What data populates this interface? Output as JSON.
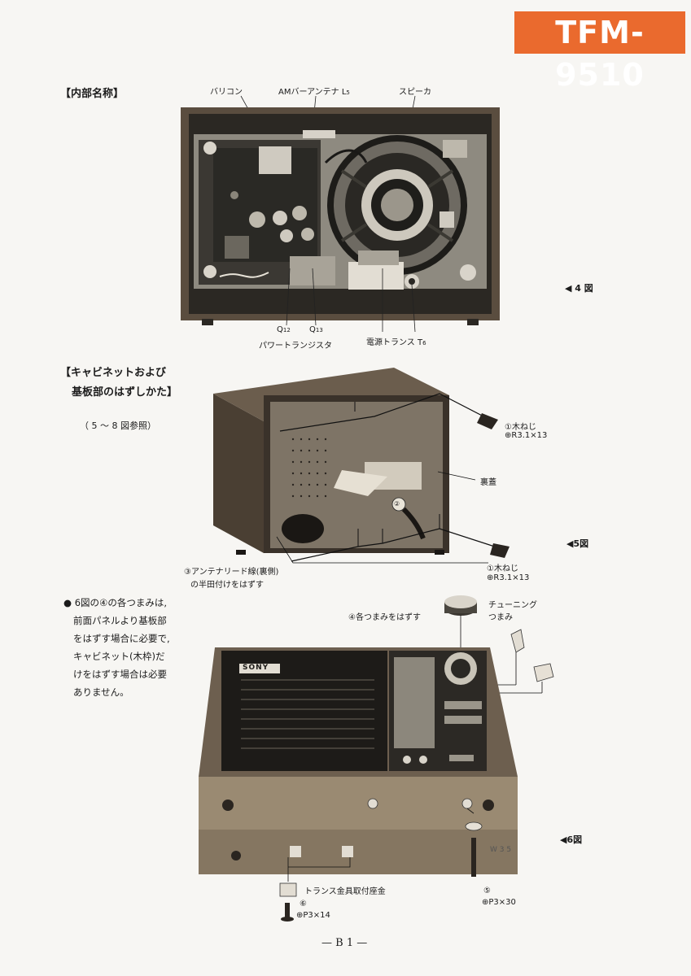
{
  "header": {
    "model": "TFM-9510"
  },
  "section1": {
    "title": "【内部名称】",
    "labels": {
      "varicon": "バリコン",
      "am_antenna": "AMバーアンテナ L",
      "am_antenna_sub": "5",
      "speaker": "スピーカ",
      "q12": "Q",
      "q12_sub": "12",
      "q13": "Q",
      "q13_sub": "13",
      "power_transistor": "パワートランジスタ",
      "power_transformer": "電源トランス T",
      "power_transformer_sub": "6"
    },
    "figure_ref": "◀ 4 図"
  },
  "section2": {
    "title_line1": "【キャビネットおよび",
    "title_line2": "基板部のはずしかた】",
    "reference": "（ 5 〜 8 図参照）",
    "labels": {
      "screw_top": "①木ねじ",
      "screw_top_spec": "⊕R3.1×13",
      "back_cover": "裏蓋",
      "screw_bottom": "①木ねじ",
      "screw_bottom_spec": "⊕R3.1×13",
      "antenna_lead_line1": "③アンテナリード線(裏側)",
      "antenna_lead_line2": "の半田付けをはずす",
      "marker_2": "②"
    },
    "figure_ref": "◀5図"
  },
  "section3": {
    "note_lines": [
      "● 6図の④の各つまみは,",
      "前面パネルより基板部",
      "をはずす場合に必要で,",
      "キャビネット(木枠)だ",
      "けをはずす場合は必要",
      "ありません。"
    ],
    "labels": {
      "remove_knobs": "④各つまみをはずす",
      "tuning_knob_line1": "チューニング",
      "tuning_knob_line2": "つまみ",
      "brand": "SONY",
      "w_mark": "W 3 5",
      "transformer_bracket": "トランス金具取付座金",
      "screw6_num": "⑥",
      "screw6_spec": "⊕P3×14",
      "screw5_num": "⑤",
      "screw5_spec": "⊕P3×30"
    },
    "figure_ref": "◀6図"
  },
  "footer": {
    "page": "— B 1 —"
  }
}
